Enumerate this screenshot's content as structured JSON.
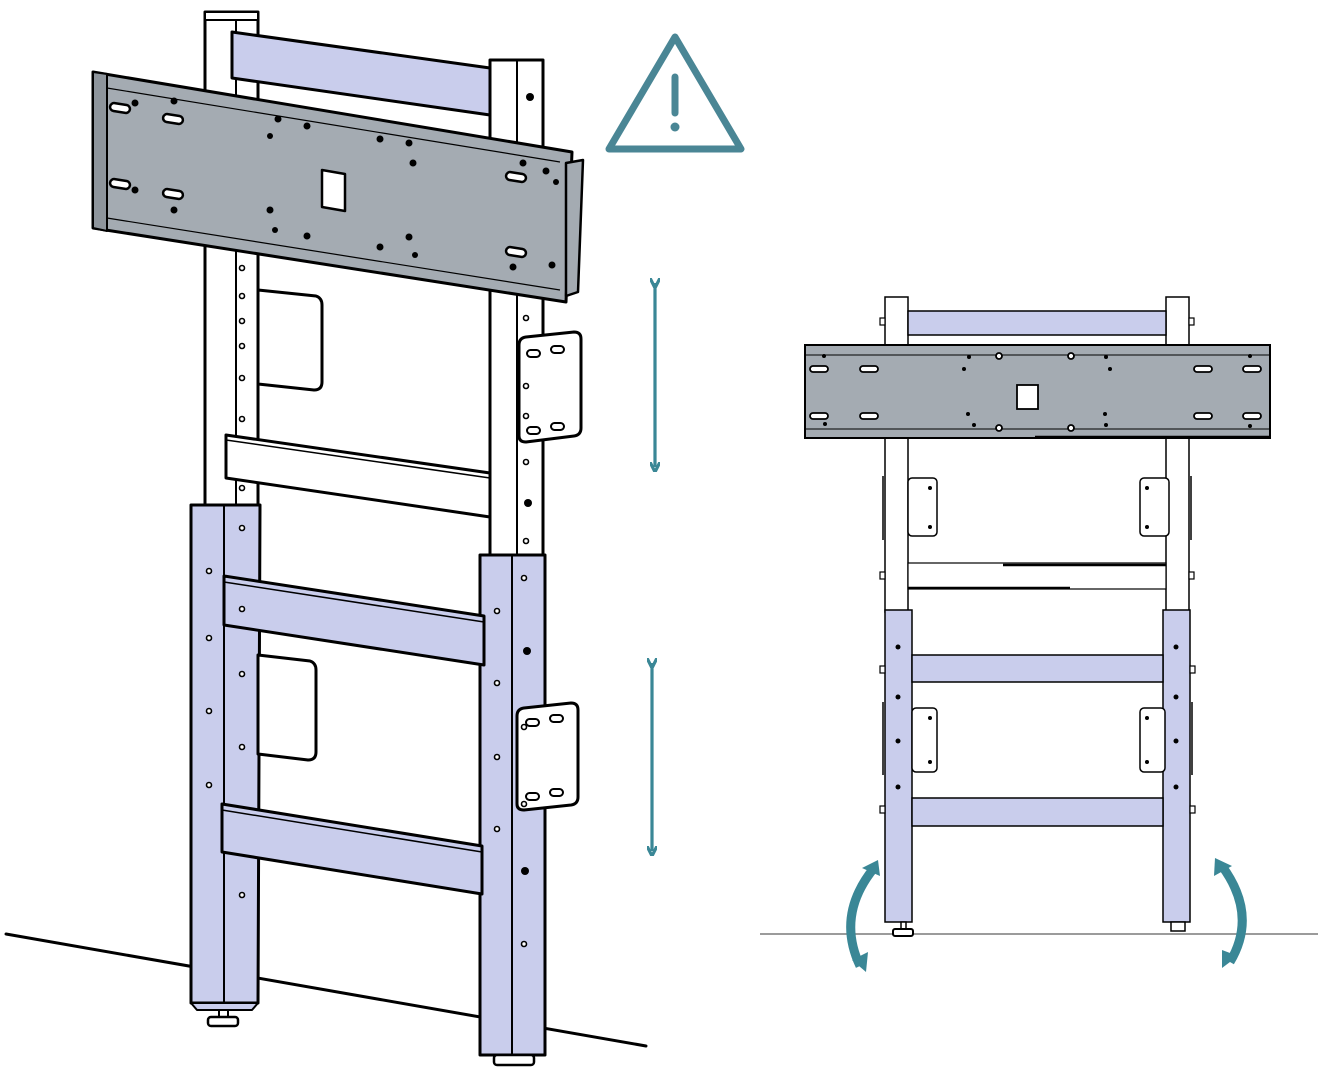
{
  "colors": {
    "upright_white": "#ffffff",
    "lower_sleeve": "#c9cdec",
    "upper_crossbar": "#c9cdec",
    "wall_plate": "#a4abb2",
    "accent": "#3a8796",
    "warning": "#4a8695",
    "outline": "#000000",
    "floor_line": "#7a7a7a"
  },
  "views": {
    "perspective": {
      "name": "perspective-view",
      "components": [
        "upright-left",
        "upright-right",
        "lower-sleeve-left",
        "lower-sleeve-right",
        "top-crossbar",
        "mounting-plate",
        "crossbar-middle",
        "crossbar-lower",
        "crossbar-bottom",
        "foot-left",
        "foot-right"
      ]
    },
    "front": {
      "name": "front-view",
      "components": [
        "upright-left",
        "upright-right",
        "lower-sleeve-left",
        "lower-sleeve-right",
        "top-crossbar",
        "mounting-plate",
        "crossbar-upper",
        "crossbar-lower",
        "foot-left",
        "foot-right"
      ]
    }
  },
  "icons": {
    "warning": "warning-triangle-icon",
    "height_arrow": "double-headed-vertical-arrow-icon",
    "tilt_arrow": "curved-double-arrow-icon"
  }
}
